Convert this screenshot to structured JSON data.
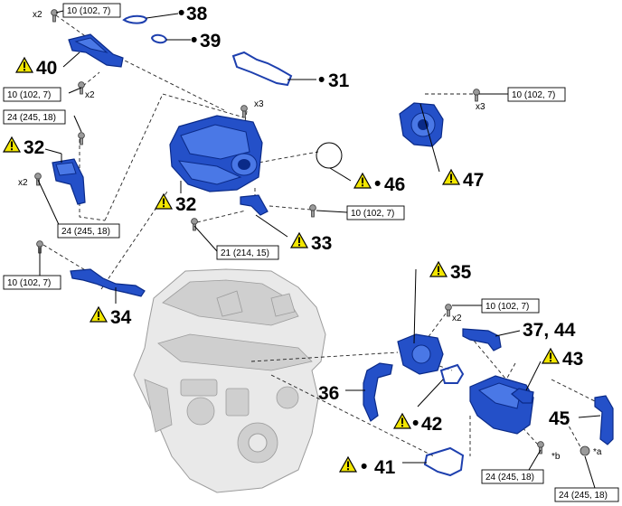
{
  "callouts": {
    "c38": "38",
    "c39": "39",
    "c31": "31",
    "c40": "40",
    "c46": "46",
    "c32a": "32",
    "c32b": "32",
    "c47": "47",
    "c33": "33",
    "c34": "34",
    "c35": "35",
    "c37_44": "37, 44",
    "c43": "43",
    "c36": "36",
    "c42": "42",
    "c45": "45",
    "c41": "41"
  },
  "torques": {
    "t1": "10 (102, 7)",
    "t2": "10 (102, 7)",
    "t3": "24 (245, 18)",
    "t4": "24 (245, 18)",
    "t5": "10 (102, 7)",
    "t6": "21 (214, 15)",
    "t7": "10 (102, 7)",
    "t8": "10 (102, 7)",
    "t9": "10 (102, 7)",
    "t10": "24 (245, 18)",
    "t11": "24 (245, 18)"
  },
  "qty": {
    "q1": "x2",
    "q2": "x2",
    "q3": "x3",
    "q4": "x2",
    "q5": "x3",
    "q6": "x2"
  },
  "refs": {
    "a": "*a",
    "b": "*b"
  },
  "warning_icon": "caution-triangle-icon",
  "bullet": "•",
  "colors": {
    "part": "#2450c8",
    "warning": "#f2e600",
    "engine": "#e9e9e9"
  }
}
